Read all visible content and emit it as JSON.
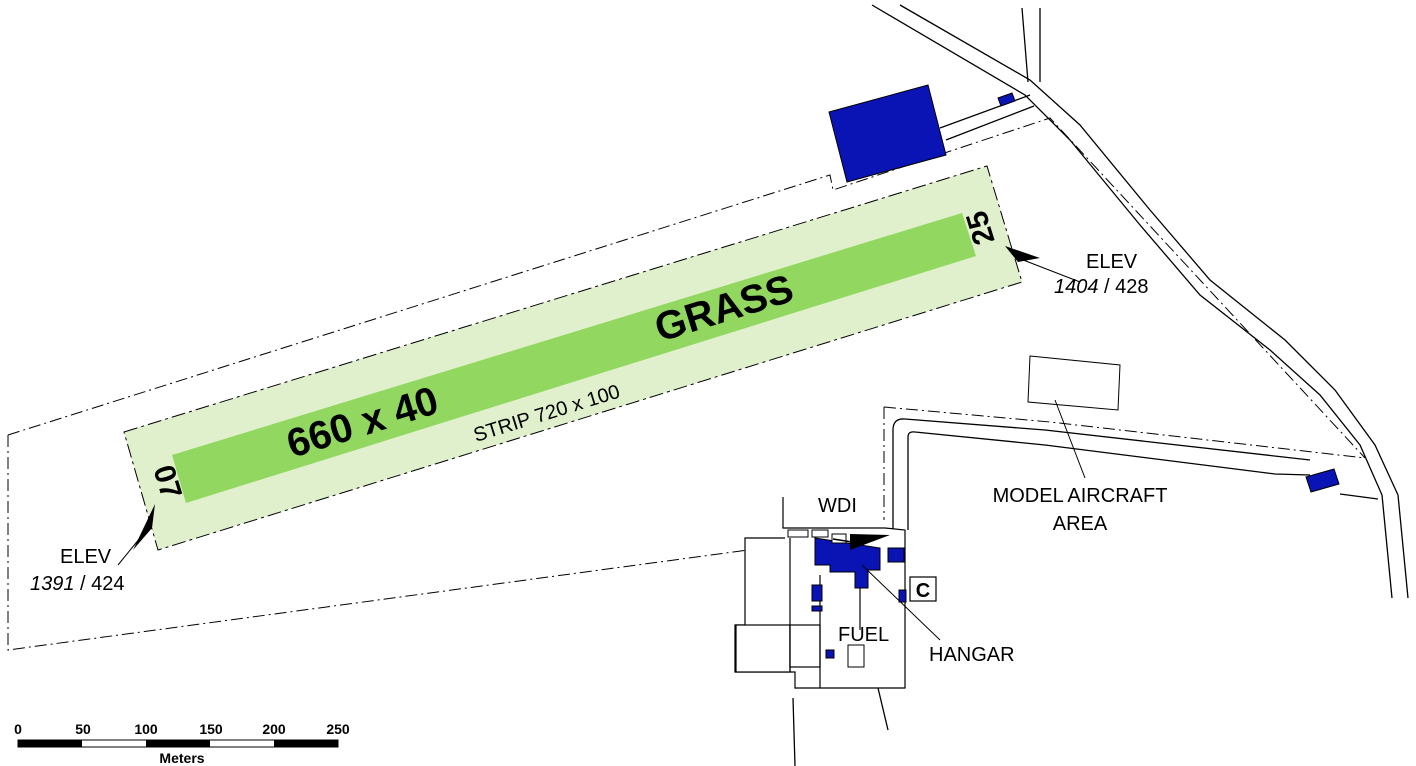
{
  "runway": {
    "dimensions": "660 x 40",
    "surface": "GRASS",
    "strip": "STRIP  720 x 100",
    "end_west": "07",
    "end_east": "25"
  },
  "elevations": {
    "west": {
      "label": "ELEV",
      "feet": "1391",
      "meters": " / 424"
    },
    "east": {
      "label": "ELEV",
      "feet": "1404",
      "meters": " / 428"
    }
  },
  "labels": {
    "wdi": "WDI",
    "hangar": "HANGAR",
    "fuel": "FUEL",
    "customs": "C",
    "model_line1": "MODEL AIRCRAFT",
    "model_line2": "AREA"
  },
  "scale": {
    "ticks": [
      "0",
      "50",
      "100",
      "150",
      "200",
      "250"
    ],
    "unit": "Meters"
  },
  "colors": {
    "strip": "#e0f0cc",
    "runway": "#92d860",
    "building": "#0a14b4",
    "line": "#000000"
  }
}
